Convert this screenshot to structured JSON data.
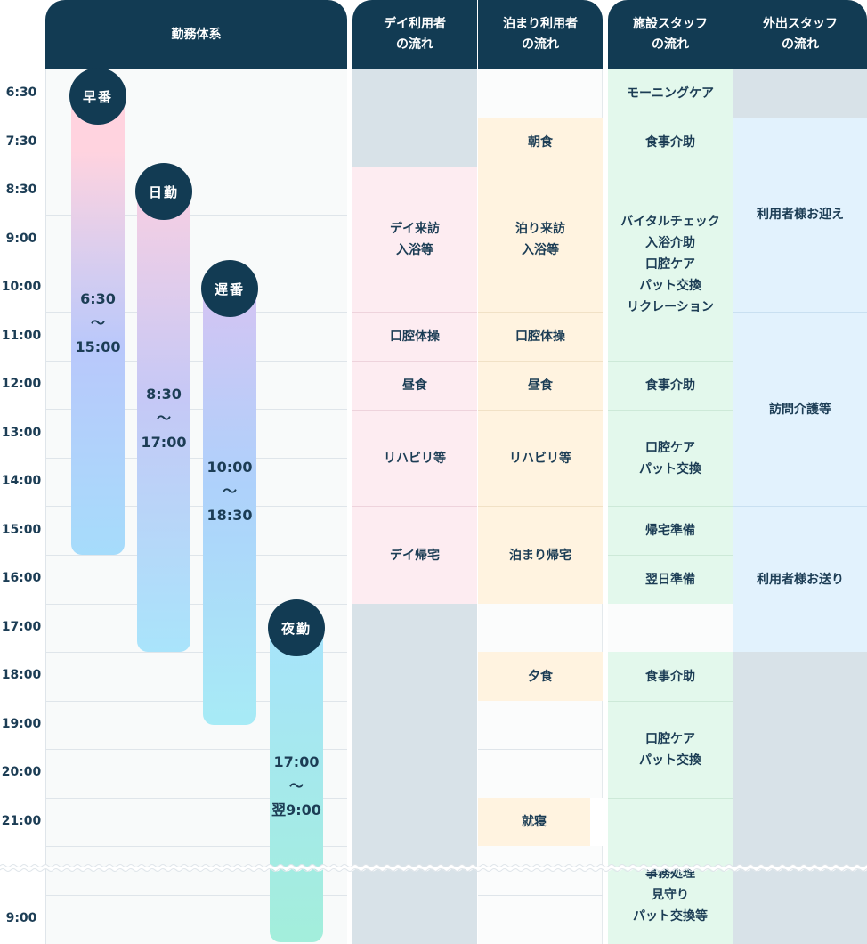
{
  "headers": {
    "shift": "勤務体系",
    "day": "デイ利用者\nの流れ",
    "stay": "泊まり利用者\nの流れ",
    "facility": "施設スタッフ\nの流れ",
    "outing": "外出スタッフ\nの流れ"
  },
  "times": [
    "6:30",
    "7:30",
    "8:30",
    "9:00",
    "10:00",
    "11:00",
    "12:00",
    "13:00",
    "14:00",
    "15:00",
    "16:00",
    "17:00",
    "18:00",
    "19:00",
    "20:00",
    "21:00",
    "9:00"
  ],
  "shifts": [
    {
      "badge": "早番",
      "time": "6:30\n〜\n15:00"
    },
    {
      "badge": "日勤",
      "time": "8:30\n〜\n17:00"
    },
    {
      "badge": "遅番",
      "time": "10:00\n〜\n18:30"
    },
    {
      "badge": "夜勤",
      "time": "17:00\n〜\n翌9:00"
    }
  ],
  "day_flow": [
    "デイ来訪\n入浴等",
    "口腔体操",
    "昼食",
    "リハビリ等",
    "デイ帰宅"
  ],
  "stay_flow": [
    "朝食",
    "泊り来訪\n入浴等",
    "口腔体操",
    "昼食",
    "リハビリ等",
    "泊まり帰宅",
    "夕食",
    "就寝"
  ],
  "facility_flow": [
    "モーニングケア",
    "食事介助",
    "バイタルチェック\n入浴介助\n口腔ケア\nパット交換\nリクレーション",
    "食事介助",
    "口腔ケア\nパット交換",
    "帰宅準備",
    "翌日準備",
    "食事介助",
    "口腔ケア\nパット交換",
    "事務処理\n見守り\nパット交換等"
  ],
  "outing_flow": [
    "利用者様お迎え",
    "訪問介護等",
    "利用者様お送り"
  ],
  "colors": {
    "header": "#123b53",
    "day": "#fdecf1",
    "stay": "#fff3e0",
    "facility": "#e3f8ec",
    "outing": "#e2f2fd",
    "idle": "#d8e2e8",
    "shift_area": "#f8fafa"
  }
}
